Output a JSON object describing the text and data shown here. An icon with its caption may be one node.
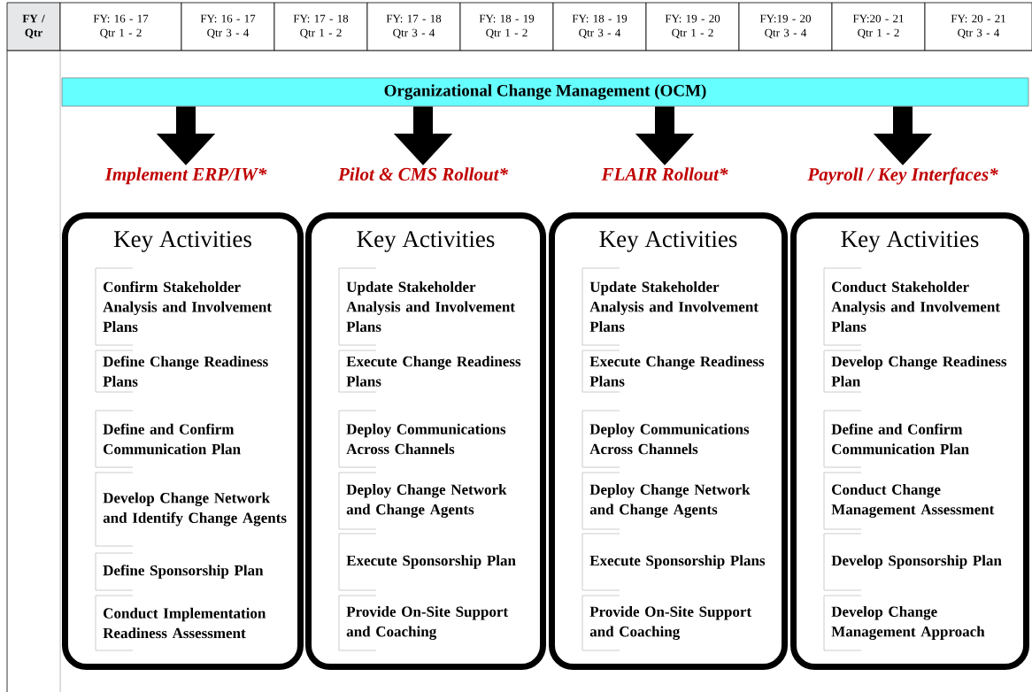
{
  "diagram": {
    "nodes": [
      {
        "text": [
          "Organizational Change Management (OCM)"
        ]
      },
      {
        "text": [
          "Implement ERP/IW*"
        ]
      },
      {
        "text": [
          "Pilot & CMS Rollout*"
        ]
      },
      {
        "text": [
          "FLAIR Rollout*"
        ]
      },
      {
        "text": [
          "Payroll / Key Interfaces*"
        ]
      },
      {
        "text": [
          "Key Activities"
        ]
      },
      {
        "text": [
          "Confirm Stakeholder Analysis and Involvement Plans"
        ],
        "in": 5
      },
      {
        "text": [
          "Define Change Readiness Plans"
        ],
        "in": 5
      },
      {
        "text": [
          "Define and Confirm Communication Plan"
        ],
        "in": 5
      },
      {
        "text": [
          "Develop Change Network and Identify Change Agents"
        ],
        "in": 5
      },
      {
        "text": [
          "Define Sponsorship Plan"
        ],
        "in": 5
      },
      {
        "text": [
          "Conduct Implementation Readiness Assessment"
        ],
        "in": 5
      },
      {
        "text": [
          "Key Activities"
        ]
      },
      {
        "text": [
          "Update Stakeholder Analysis and Involvement Plans"
        ],
        "in": 12
      },
      {
        "text": [
          "Execute Change Readiness Plans"
        ],
        "in": 12
      },
      {
        "text": [
          "Deploy Communications Across Channels"
        ],
        "in": 12
      },
      {
        "text": [
          "Deploy Change Network and Change Agents"
        ],
        "in": 12
      },
      {
        "text": [
          "Execute Sponsorship Plan"
        ],
        "in": 12
      },
      {
        "text": [
          "Provide On-Site Support and Coaching"
        ],
        "in": 12
      },
      {
        "text": [
          "Key Activities"
        ]
      },
      {
        "text": [
          "Update Stakeholder Analysis and Involvement Plans"
        ],
        "in": 19
      },
      {
        "text": [
          "Execute Change Readiness Plans"
        ],
        "in": 19
      },
      {
        "text": [
          "Deploy Communications Across Channels"
        ],
        "in": 19
      },
      {
        "text": [
          "Deploy Change Network and Change Agents"
        ],
        "in": 19
      },
      {
        "text": [
          "Execute Sponsorship Plans"
        ],
        "in": 19
      },
      {
        "text": [
          "Provide On-Site Support and Coaching"
        ],
        "in": 19
      },
      {
        "text": [
          "Key Activities"
        ]
      },
      {
        "text": [
          "Conduct Stakeholder Analysis and Involvement Plans"
        ],
        "in": 26
      },
      {
        "text": [
          "Develop Change Readiness Plan"
        ],
        "in": 26
      },
      {
        "text": [
          "Define and Confirm Communication Plan"
        ],
        "in": 26
      },
      {
        "text": [
          "Conduct Change Management Assessment"
        ],
        "in": 26
      },
      {
        "text": [
          "Develop Sponsorship Plan"
        ],
        "in": 26
      },
      {
        "text": [
          "Develop Change Management Approach"
        ],
        "in": 26
      }
    ],
    "edges": [
      {
        "from": 0,
        "to": 1,
        "arrow": "to"
      },
      {
        "from": 0,
        "to": 2,
        "arrow": "to"
      },
      {
        "from": 0,
        "to": 3,
        "arrow": "to"
      },
      {
        "from": 0,
        "to": 4,
        "arrow": "to"
      }
    ],
    "labels": [
      "FY / Qtr",
      "FY: 16 - 17 Qtr 1 - 2",
      "FY: 16 - 17 Qtr 3 - 4",
      "FY: 17 - 18 Qtr 1 - 2",
      "FY: 17 - 18 Qtr 3 - 4",
      "FY: 18 - 19 Qtr 1 - 2",
      "FY: 18 - 19 Qtr 3 - 4",
      "FY: 19 - 20 Qtr 1 - 2",
      "FY:19 - 20 Qtr 3 - 4",
      "FY:20 - 21 Qtr 1 - 2",
      "FY: 20 - 21 Qtr 3 - 4"
    ]
  }
}
